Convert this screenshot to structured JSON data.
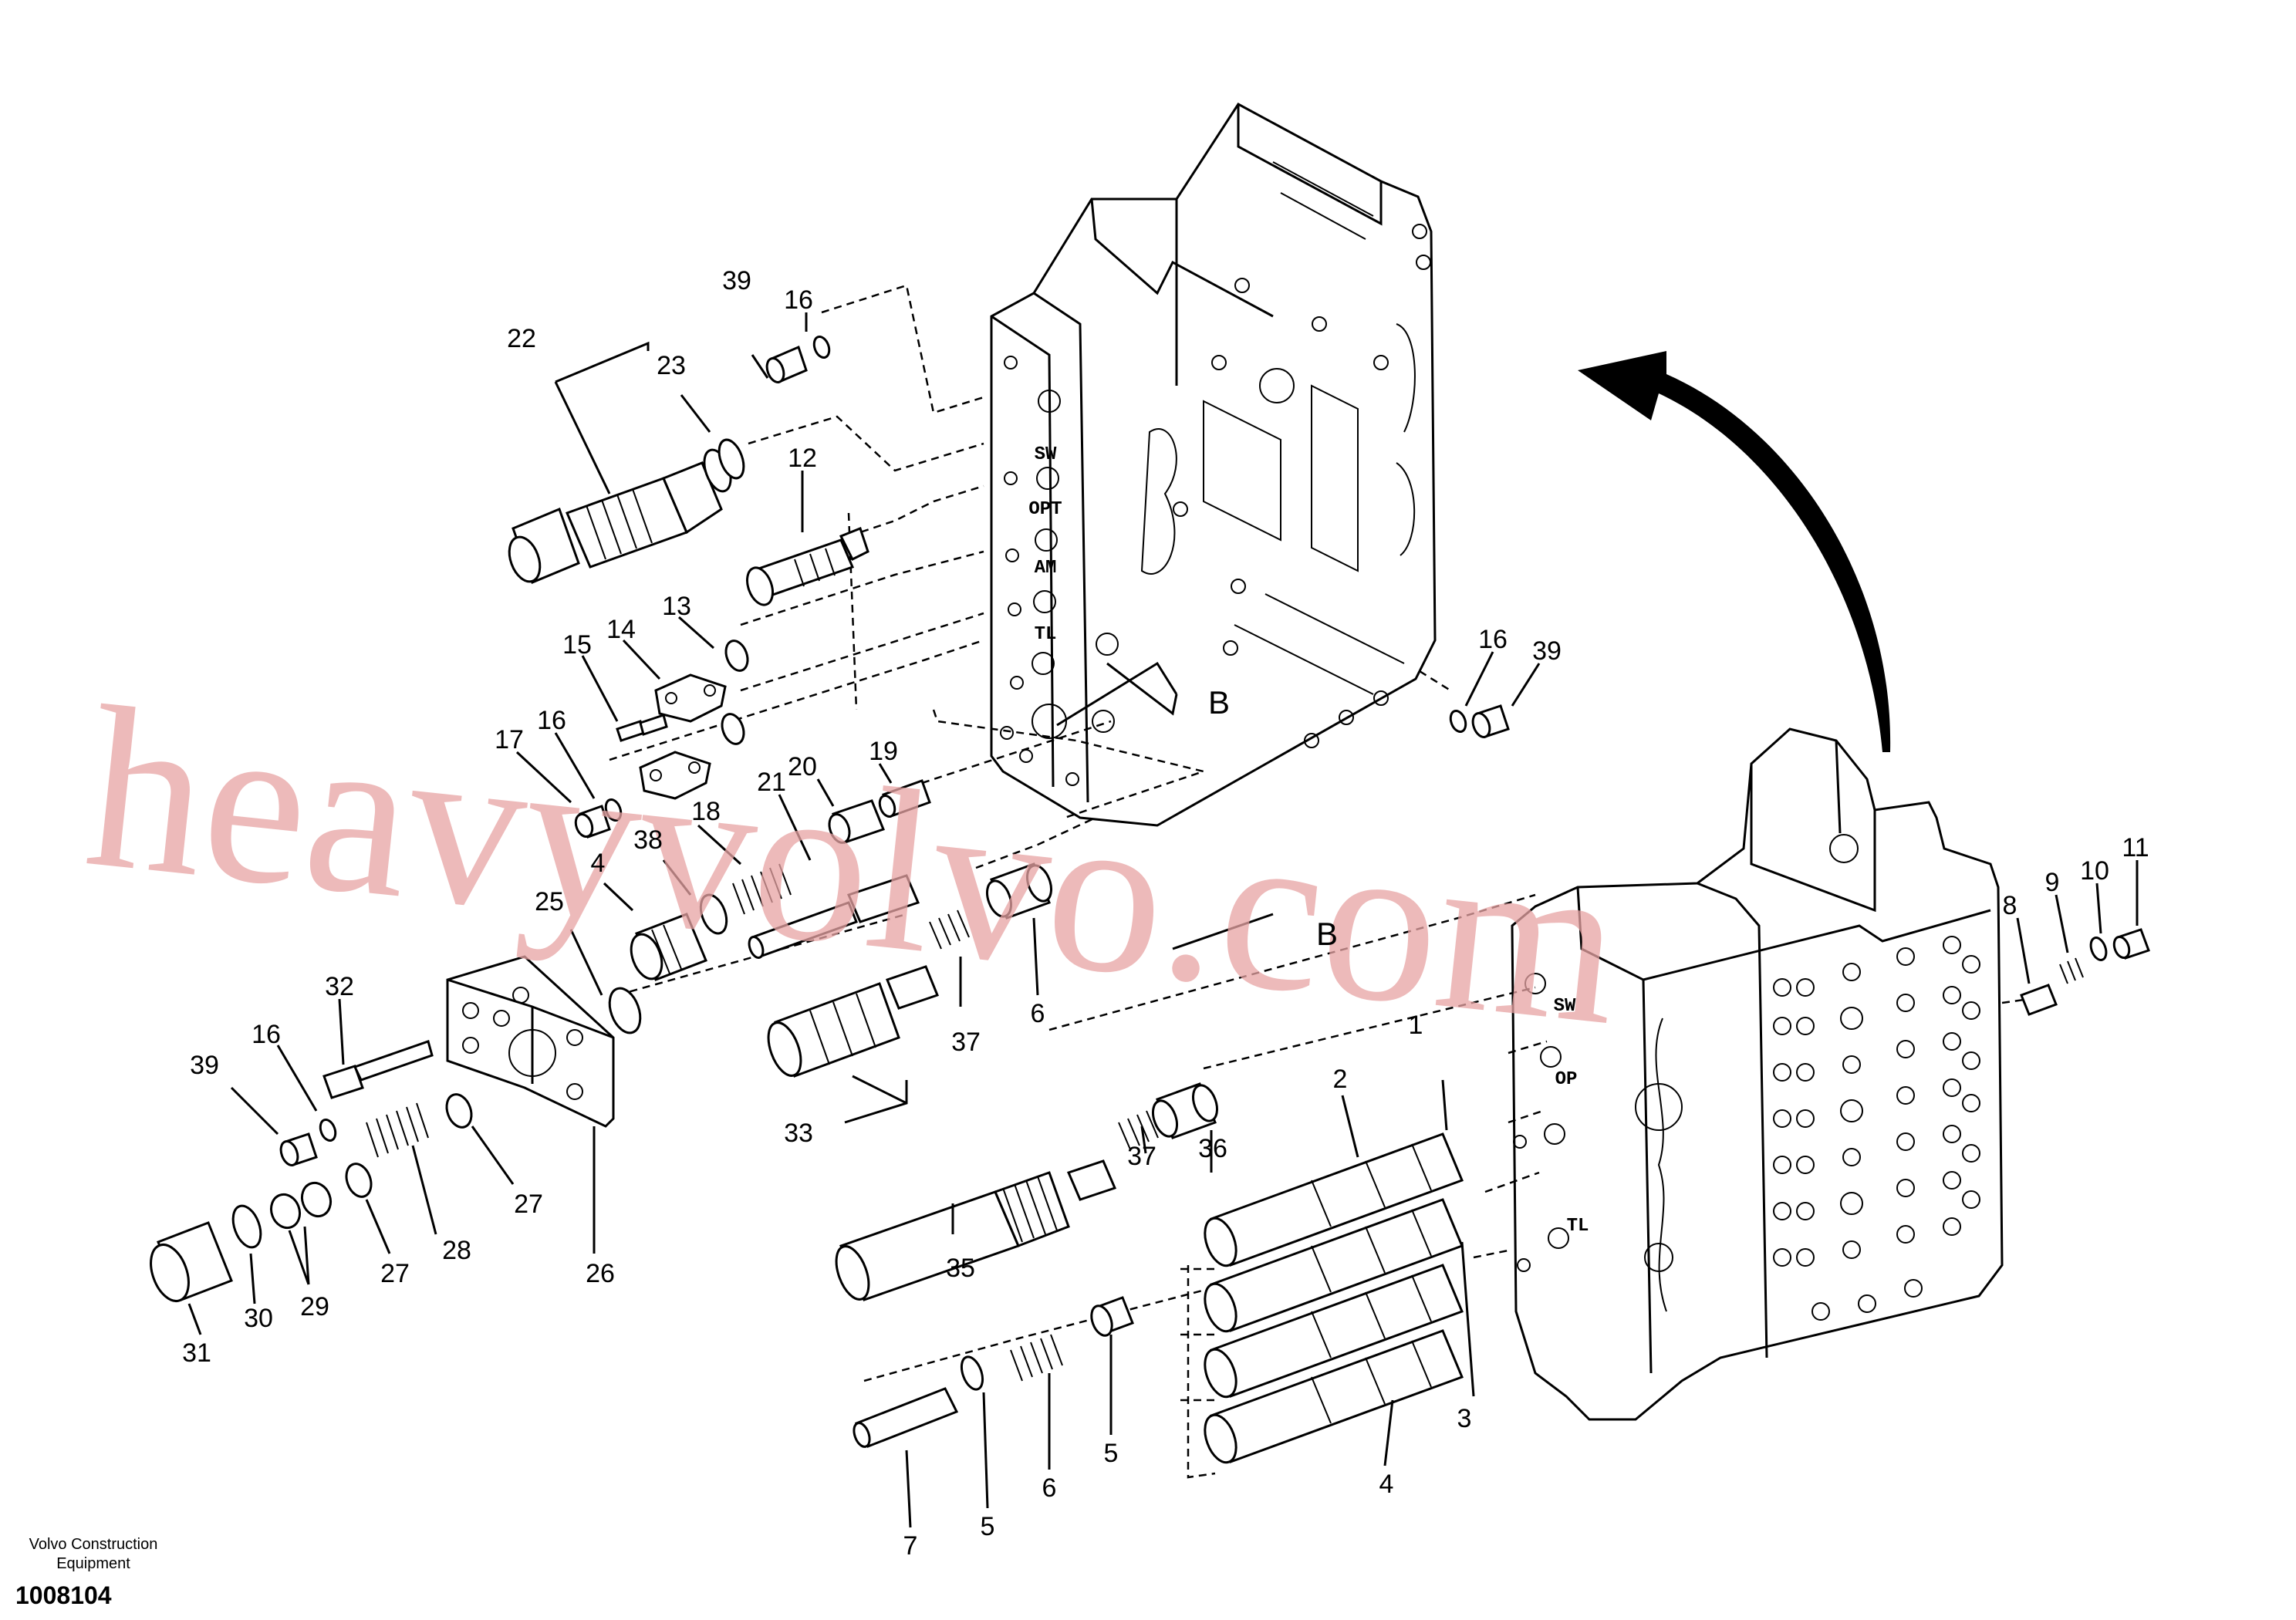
{
  "callouts": {
    "c1": "1",
    "c2": "2",
    "c3": "3",
    "c4a": "4",
    "c4b": "4",
    "c5a": "5",
    "c5b": "5",
    "c6a": "6",
    "c6b": "6",
    "c7": "7",
    "c8": "8",
    "c9": "9",
    "c10": "10",
    "c11": "11",
    "c12": "12",
    "c13": "13",
    "c14": "14",
    "c15": "15",
    "c16a": "16",
    "c16b": "16",
    "c16c": "16",
    "c16d": "16",
    "c17": "17",
    "c18": "18",
    "c19": "19",
    "c20": "20",
    "c21": "21",
    "c22": "22",
    "c23": "23",
    "c25": "25",
    "c26": "26",
    "c27a": "27",
    "c27b": "27",
    "c28": "28",
    "c29": "29",
    "c30": "30",
    "c31": "31",
    "c32": "32",
    "c33": "33",
    "c35": "35",
    "c36": "36",
    "c37a": "37",
    "c37b": "37",
    "c38": "38",
    "c39a": "39",
    "c39b": "39",
    "c39c": "39",
    "refBa": "B",
    "refBb": "B"
  },
  "port_labels": {
    "sw_top": "SW",
    "opt_top": "OPT",
    "am_top": "AM",
    "tl_top": "TL",
    "sw_bottom": "SW",
    "op_bottom": "OP",
    "tl_bottom": "TL"
  },
  "watermark": "heavyvolvo.com",
  "footer": {
    "brand_line1": "Volvo Construction",
    "brand_line2": "Equipment",
    "document_number": "1008104"
  }
}
